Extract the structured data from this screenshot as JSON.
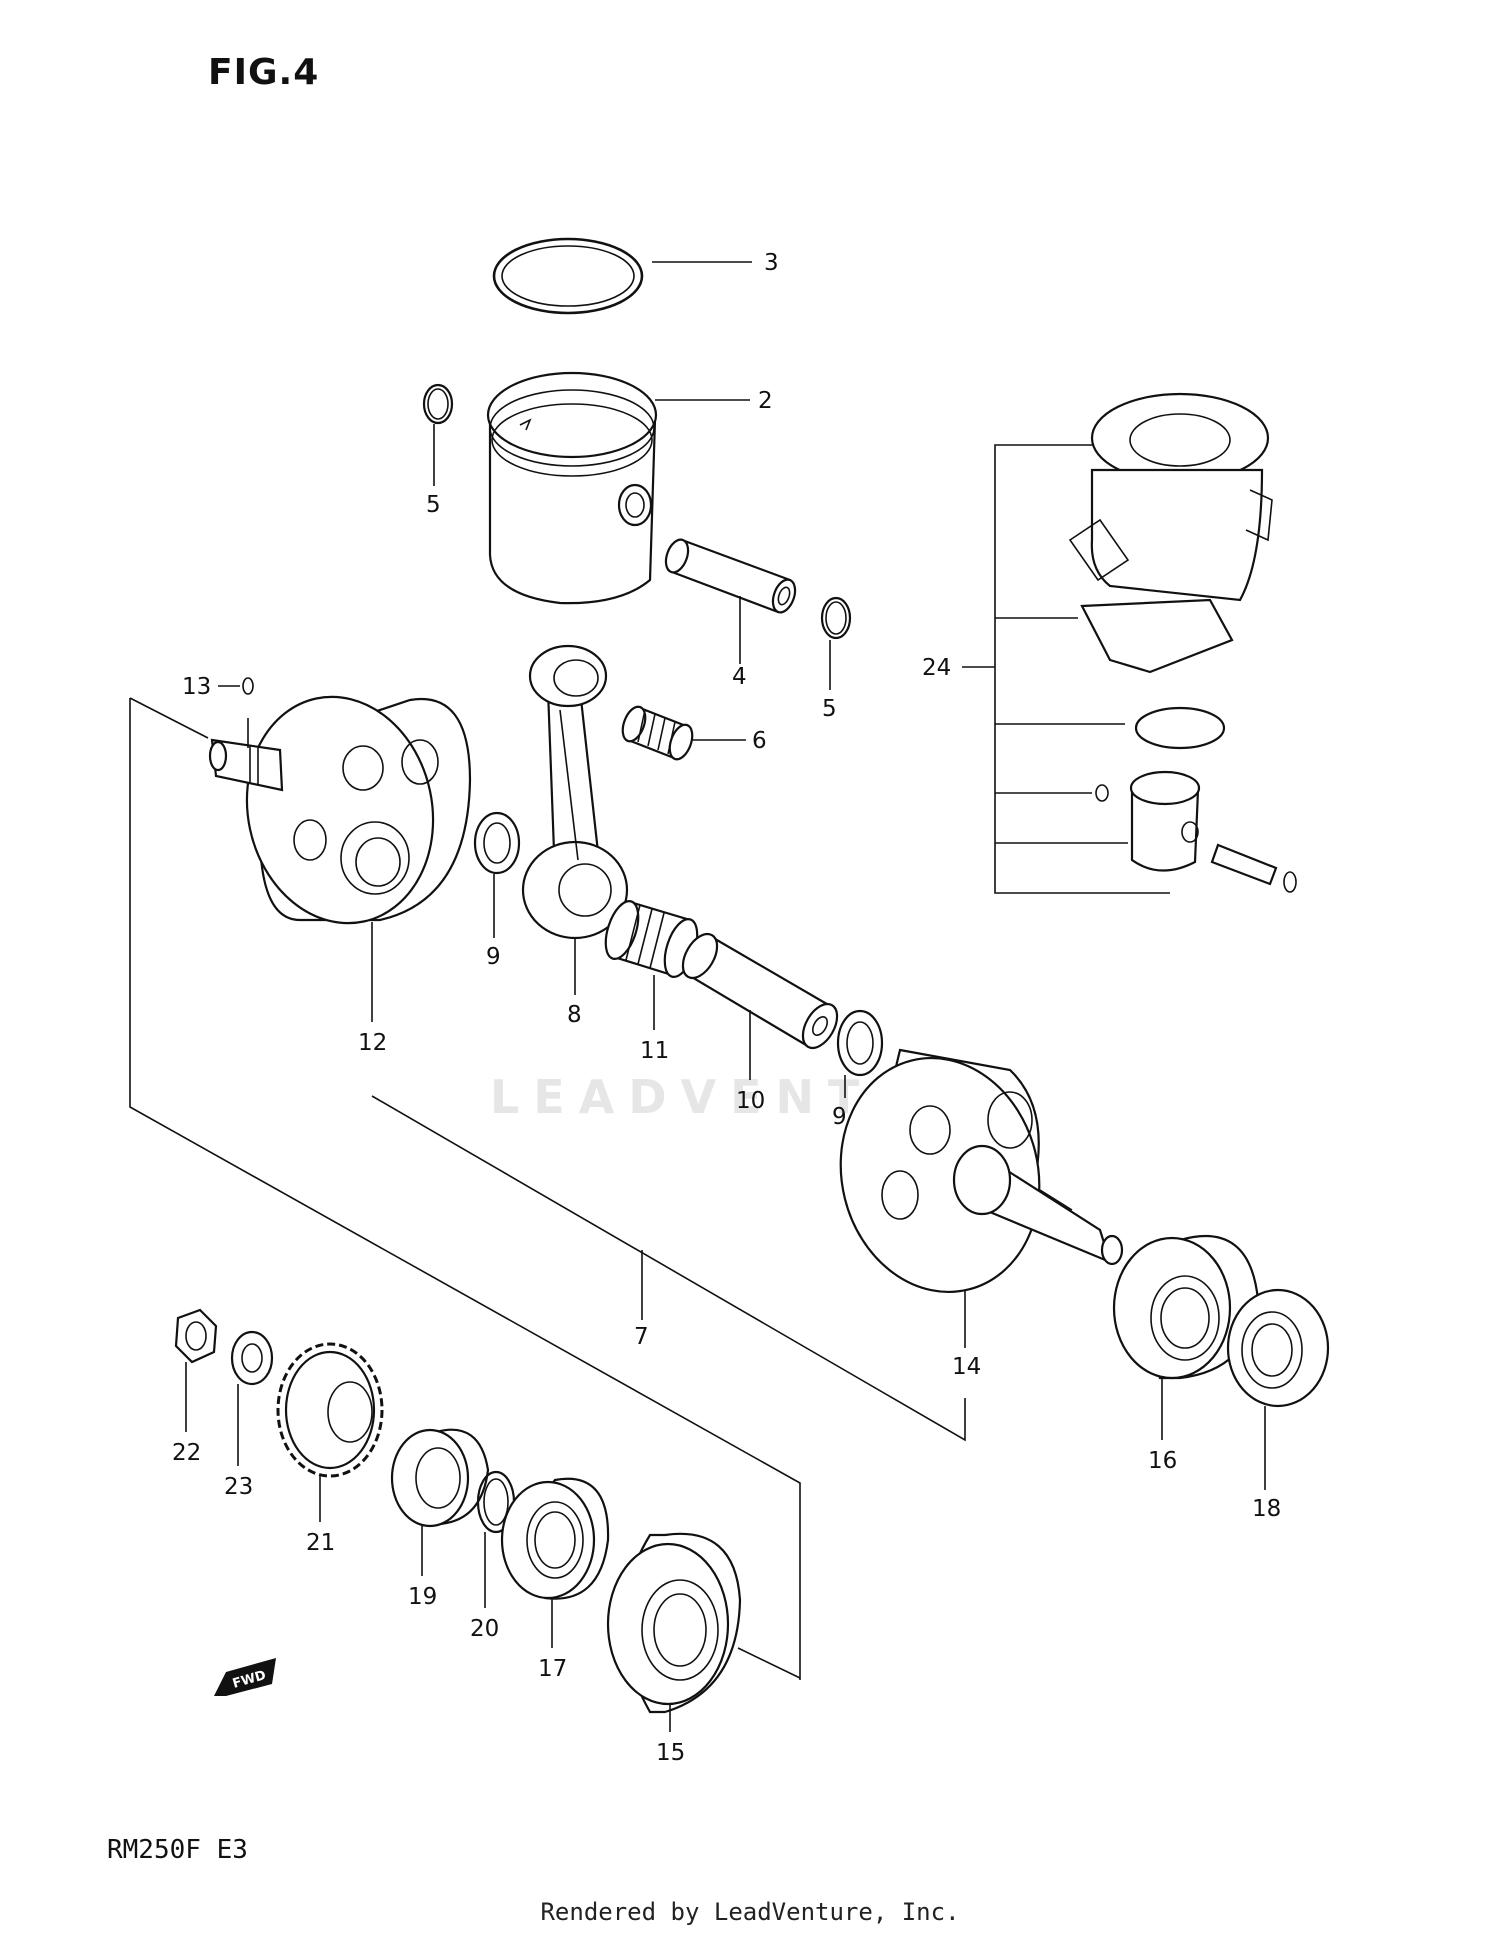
{
  "figure_title": "FIG.4",
  "model_code": "RM250F  E3",
  "footer_text": "Rendered by LeadVenture, Inc.",
  "watermark": "LEADVENTURE",
  "fwd_label": "FWD",
  "labels": {
    "p2": "2",
    "p3": "3",
    "p4": "4",
    "p5a": "5",
    "p5b": "5",
    "p6": "6",
    "p7": "7",
    "p8": "8",
    "p9a": "9",
    "p9b": "9",
    "p10": "10",
    "p11": "11",
    "p12": "12",
    "p13": "13",
    "p14": "14",
    "p15": "15",
    "p16": "16",
    "p17": "17",
    "p18": "18",
    "p19": "19",
    "p20": "20",
    "p21": "21",
    "p22": "22",
    "p23": "23",
    "p24": "24"
  }
}
